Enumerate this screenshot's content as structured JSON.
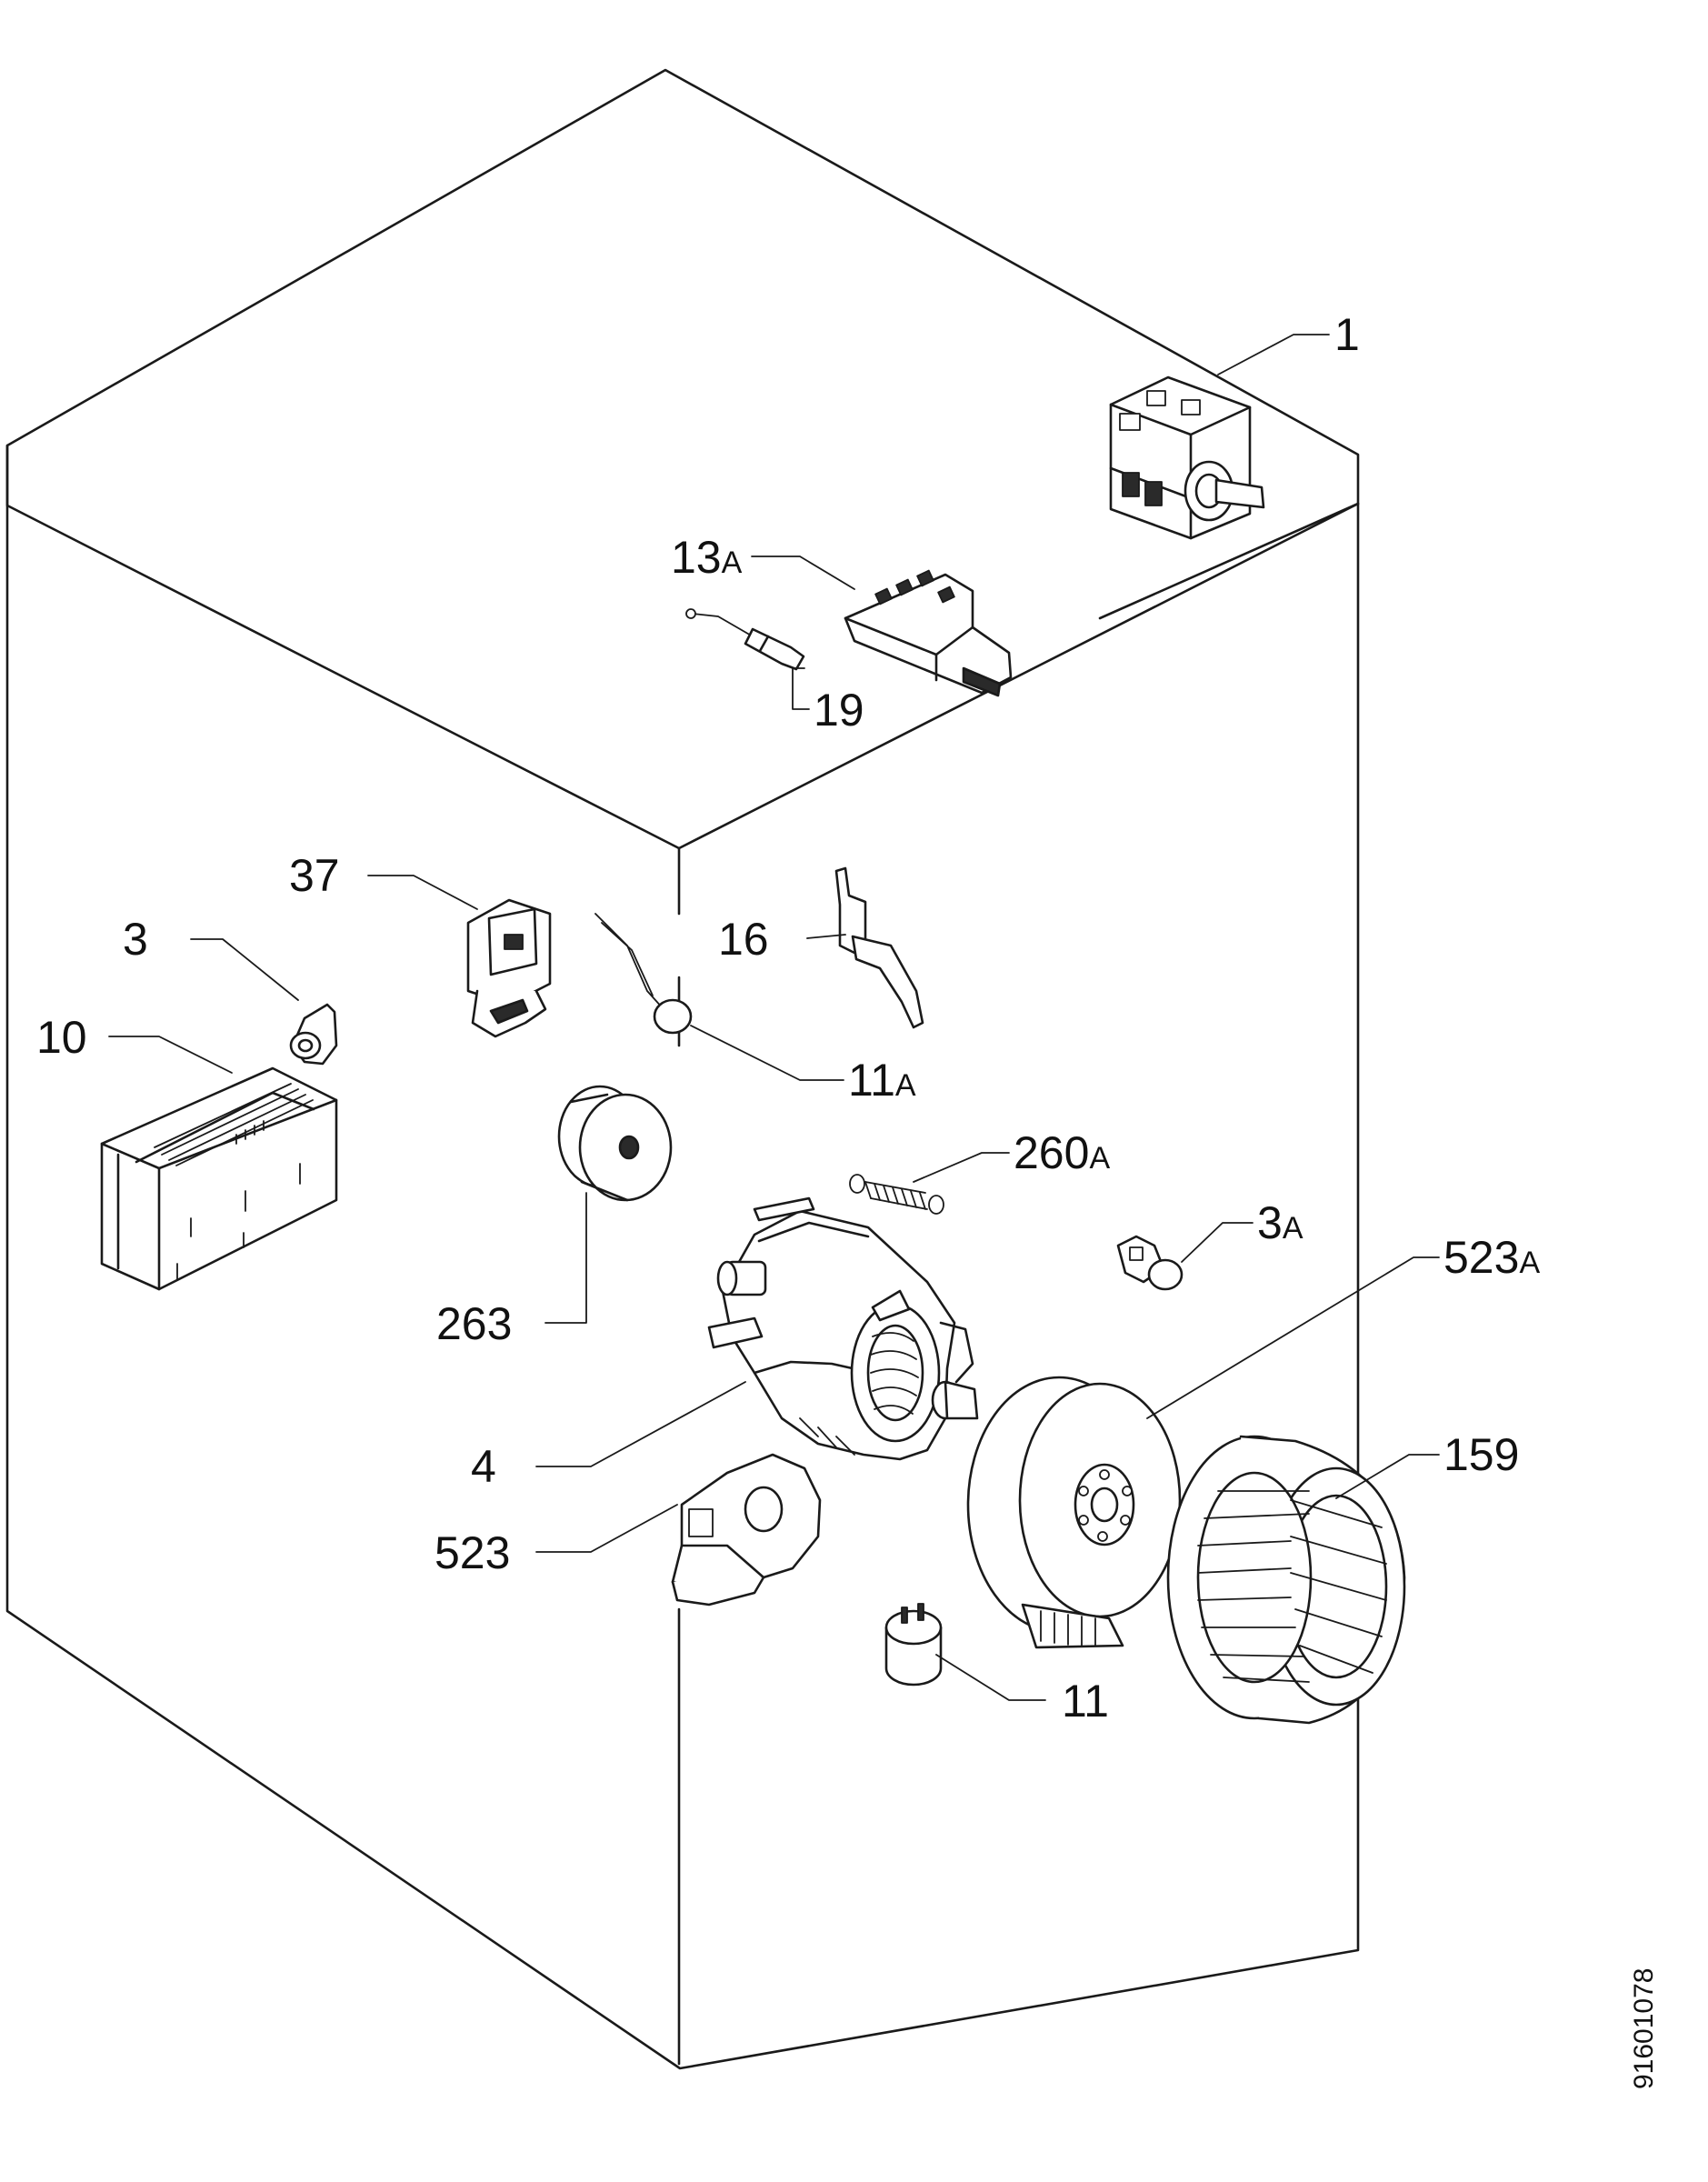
{
  "diagram": {
    "document_id": "91601078",
    "callouts": [
      {
        "num": "1",
        "suffix": ""
      },
      {
        "num": "13",
        "suffix": "A"
      },
      {
        "num": "19",
        "suffix": ""
      },
      {
        "num": "37",
        "suffix": ""
      },
      {
        "num": "3",
        "suffix": ""
      },
      {
        "num": "16",
        "suffix": ""
      },
      {
        "num": "10",
        "suffix": ""
      },
      {
        "num": "11",
        "suffix": "A"
      },
      {
        "num": "260",
        "suffix": "A"
      },
      {
        "num": "3",
        "suffix": "A"
      },
      {
        "num": "523",
        "suffix": "A"
      },
      {
        "num": "263",
        "suffix": ""
      },
      {
        "num": "4",
        "suffix": ""
      },
      {
        "num": "159",
        "suffix": ""
      },
      {
        "num": "523",
        "suffix": ""
      },
      {
        "num": "11",
        "suffix": ""
      }
    ]
  }
}
